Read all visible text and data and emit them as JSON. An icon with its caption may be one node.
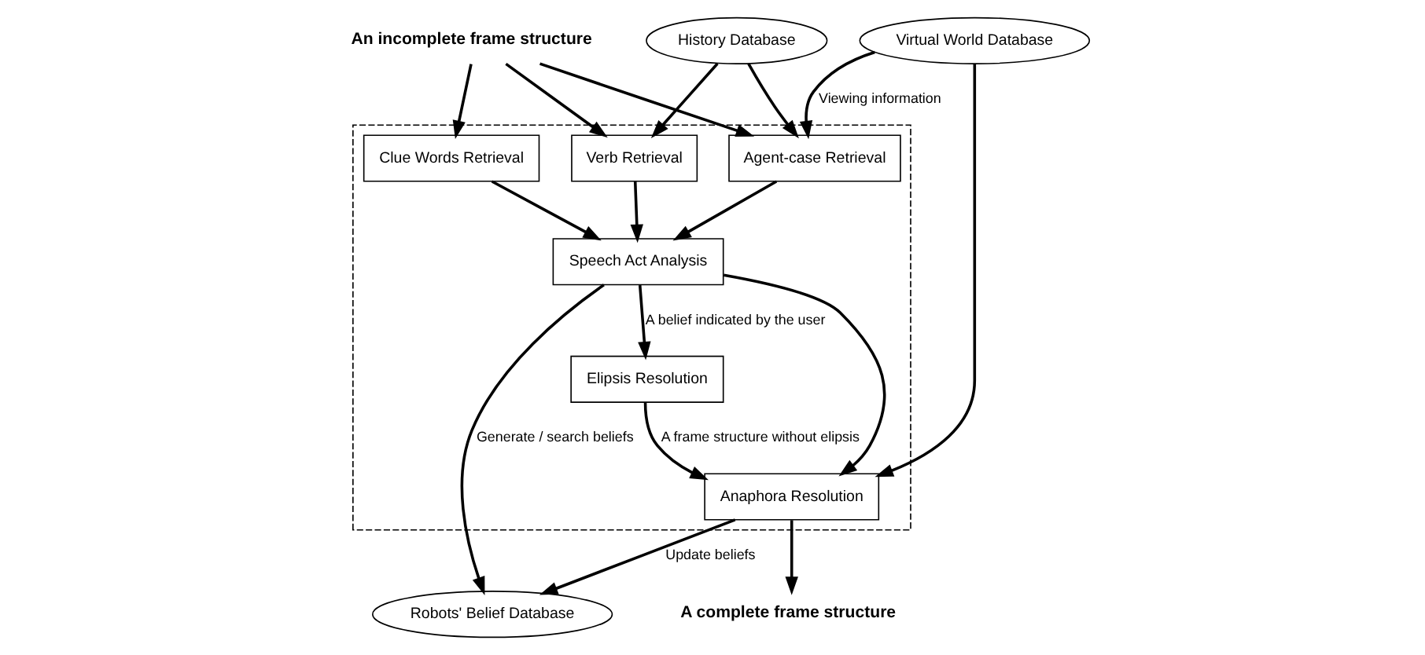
{
  "diagram": {
    "nodes": [
      {
        "text": [
          "An incomplete frame structure"
        ]
      },
      {
        "text": [],
        "shape": "box"
      },
      {
        "text": [
          "Agent-case Retrieval"
        ],
        "in": 1
      },
      {
        "text": [
          "Verb Retrieval"
        ],
        "in": 1
      },
      {
        "text": [
          "Clue Words Retrieval"
        ],
        "in": 1
      },
      {
        "text": [
          "History Database"
        ]
      },
      {
        "text": [
          "Virtual World Database"
        ]
      },
      {
        "text": [
          "Speech Act Analysis"
        ],
        "in": 1
      },
      {
        "text": [
          "Robots' Belief Database"
        ]
      },
      {
        "text": [
          "Elipsis Resolution"
        ],
        "in": 1
      },
      {
        "text": [
          "Anaphora Resolution"
        ],
        "in": 1
      },
      {
        "text": [
          "A complete frame structure"
        ]
      }
    ],
    "edges": [
      {
        "from": 0,
        "to": 2,
        "arrow": "to"
      },
      {
        "from": 0,
        "to": 3,
        "arrow": "to"
      },
      {
        "from": 0,
        "to": 4,
        "arrow": "to"
      },
      {
        "from": 5,
        "to": 2,
        "arrow": "to"
      },
      {
        "from": 5,
        "to": 3,
        "arrow": "to"
      },
      {
        "from": 6,
        "to": 2,
        "label": "Viewing information",
        "arrow": "to"
      },
      {
        "from": 6,
        "to": 10,
        "arrow": "to"
      },
      {
        "from": 2,
        "to": 7,
        "arrow": "to"
      },
      {
        "from": 3,
        "to": 7,
        "arrow": "to"
      },
      {
        "from": 4,
        "to": 7,
        "arrow": "to"
      },
      {
        "from": 7,
        "to": 8,
        "label": "Generate / search beliefs",
        "arrow": "to"
      },
      {
        "from": 7,
        "to": 9,
        "label": "A belief indicated by the user",
        "arrow": "to"
      },
      {
        "from": 7,
        "to": 10,
        "arrow": "to"
      },
      {
        "from": 9,
        "to": 10,
        "label": "A frame structure without elipsis",
        "arrow": "to"
      },
      {
        "from": 10,
        "to": 8,
        "label": "Update beliefs",
        "arrow": "to"
      },
      {
        "from": 10,
        "to": 11,
        "arrow": "to"
      }
    ]
  }
}
